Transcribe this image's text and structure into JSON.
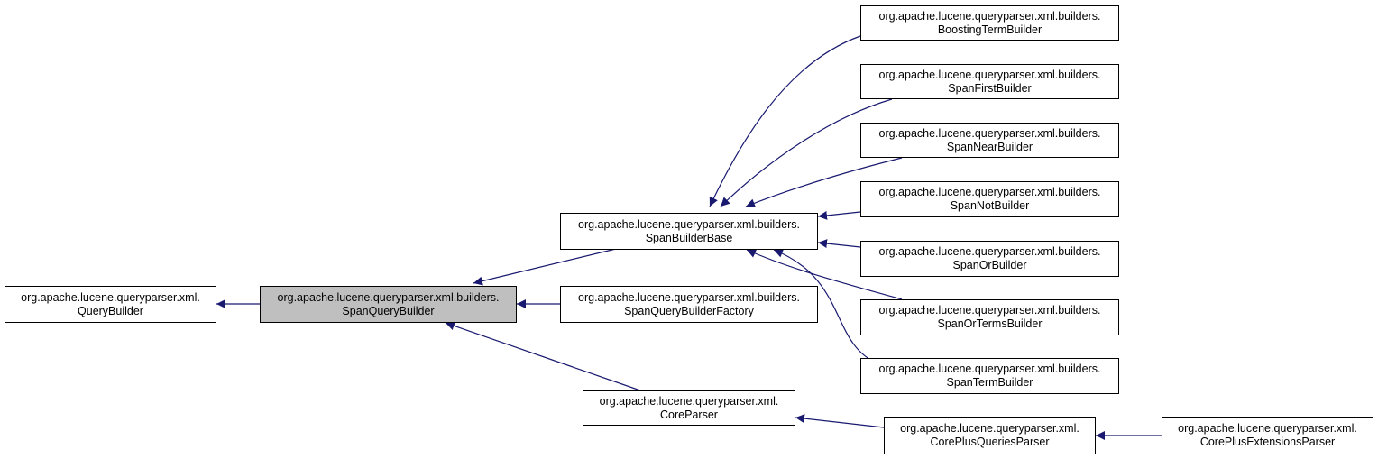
{
  "colors": {
    "edge": "#191970",
    "current_fill": "#bfbfbf",
    "node_fill": "#ffffff",
    "node_border": "#000000"
  },
  "nodes": {
    "query_builder": {
      "line1": "org.apache.lucene.queryparser.xml.",
      "line2": "QueryBuilder"
    },
    "span_query_builder": {
      "line1": "org.apache.lucene.queryparser.xml.builders.",
      "line2": "SpanQueryBuilder"
    },
    "span_builder_base": {
      "line1": "org.apache.lucene.queryparser.xml.builders.",
      "line2": "SpanBuilderBase"
    },
    "span_query_builder_factory": {
      "line1": "org.apache.lucene.queryparser.xml.builders.",
      "line2": "SpanQueryBuilderFactory"
    },
    "core_parser": {
      "line1": "org.apache.lucene.queryparser.xml.",
      "line2": "CoreParser"
    },
    "boosting_term_builder": {
      "line1": "org.apache.lucene.queryparser.xml.builders.",
      "line2": "BoostingTermBuilder"
    },
    "span_first_builder": {
      "line1": "org.apache.lucene.queryparser.xml.builders.",
      "line2": "SpanFirstBuilder"
    },
    "span_near_builder": {
      "line1": "org.apache.lucene.queryparser.xml.builders.",
      "line2": "SpanNearBuilder"
    },
    "span_not_builder": {
      "line1": "org.apache.lucene.queryparser.xml.builders.",
      "line2": "SpanNotBuilder"
    },
    "span_or_builder": {
      "line1": "org.apache.lucene.queryparser.xml.builders.",
      "line2": "SpanOrBuilder"
    },
    "span_or_terms_builder": {
      "line1": "org.apache.lucene.queryparser.xml.builders.",
      "line2": "SpanOrTermsBuilder"
    },
    "span_term_builder": {
      "line1": "org.apache.lucene.queryparser.xml.builders.",
      "line2": "SpanTermBuilder"
    },
    "core_plus_queries_parser": {
      "line1": "org.apache.lucene.queryparser.xml.",
      "line2": "CorePlusQueriesParser"
    },
    "core_plus_extensions_parser": {
      "line1": "org.apache.lucene.queryparser.xml.",
      "line2": "CorePlusExtensionsParser"
    }
  }
}
